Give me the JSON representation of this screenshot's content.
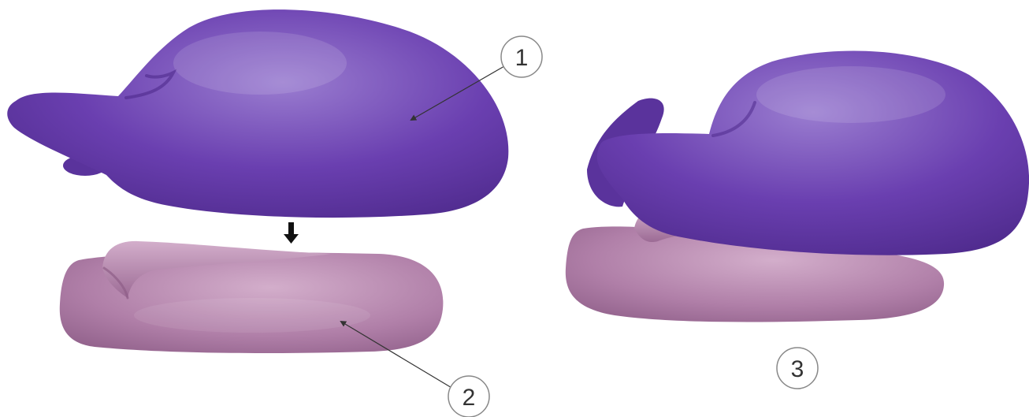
{
  "callouts": {
    "one": "1",
    "two": "2",
    "three": "3"
  },
  "colors": {
    "top_part": "#6a3fb0",
    "top_part_light": "#9a7dd0",
    "top_part_dark": "#4e2a8c",
    "bottom_part": "#b07fa8",
    "bottom_part_light": "#d3aecb",
    "bottom_part_dark": "#8e5e88",
    "line": "#333333",
    "circle_stroke": "#888888"
  },
  "icons": {
    "assembly_arrow": "down-arrow-icon"
  }
}
